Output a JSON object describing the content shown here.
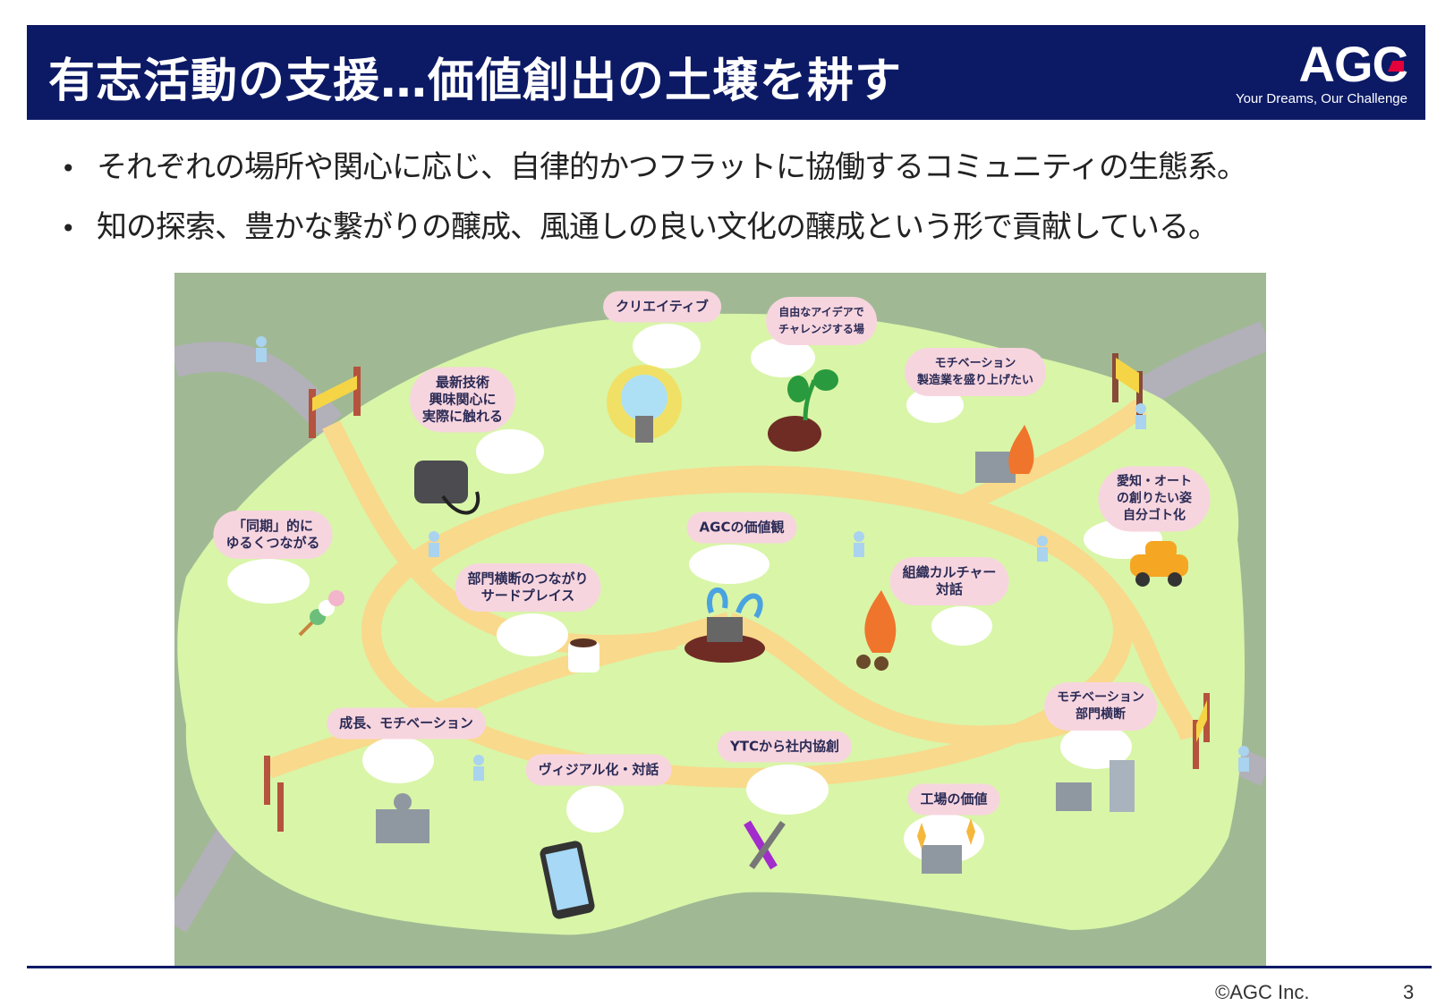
{
  "header": {
    "title": "有志活動の支援…価値創出の土壌を耕す",
    "logo_text": "AGC",
    "tagline": "Your Dreams, Our Challenge"
  },
  "bullets": [
    "それぞれの場所や関心に応じ、自律的かつフラットに協働するコミュニティの生態系。",
    "知の探索、豊かな繋がりの醸成、風通しの良い文化の醸成という形で貢献している。"
  ],
  "map": {
    "labels": [
      "クリエイティブ",
      "自由なアイデアで\nチャレンジする場",
      "モチベーション\n製造業を盛り上げたい",
      "最新技術\n興味関心に\n実際に触れる",
      "「同期」的に\nゆるくつながる",
      "部門横断のつながり\nサードプレイス",
      "AGCの価値観",
      "組織カルチャー\n対話",
      "愛知・オートの創りたい姿\n自分ゴト化",
      "成長、モチベーション",
      "ヴィジアル化・対話",
      "YTCから社内協創",
      "工場の価値",
      "モチベーション\n部門横断"
    ]
  },
  "colors": {
    "header_bg": "#0c1a66",
    "accent_red": "#e4003a",
    "map_bg": "#a0b994",
    "ground": "#d9f5a8",
    "path": "#f9d98c",
    "bubble": "#f7d5df"
  },
  "footer": {
    "copyright": "©AGC Inc.",
    "page_number": "3"
  }
}
